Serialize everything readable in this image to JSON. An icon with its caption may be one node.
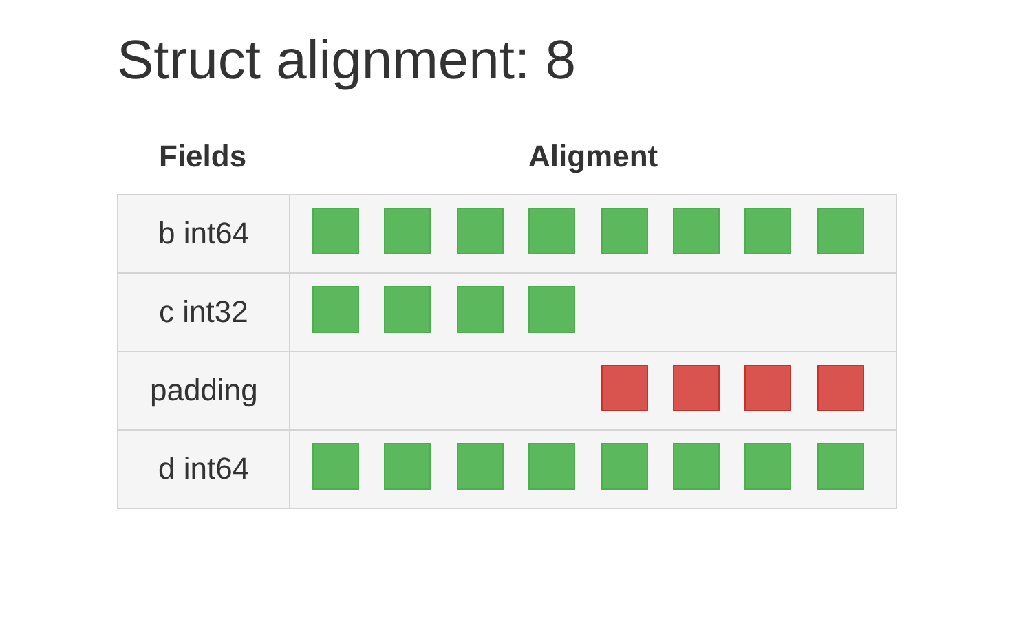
{
  "diagram": {
    "title": "Struct alignment: 8",
    "labels": [
      "Fields",
      "Aligment",
      "b int64",
      "c int32",
      "padding",
      "d int64"
    ]
  }
}
